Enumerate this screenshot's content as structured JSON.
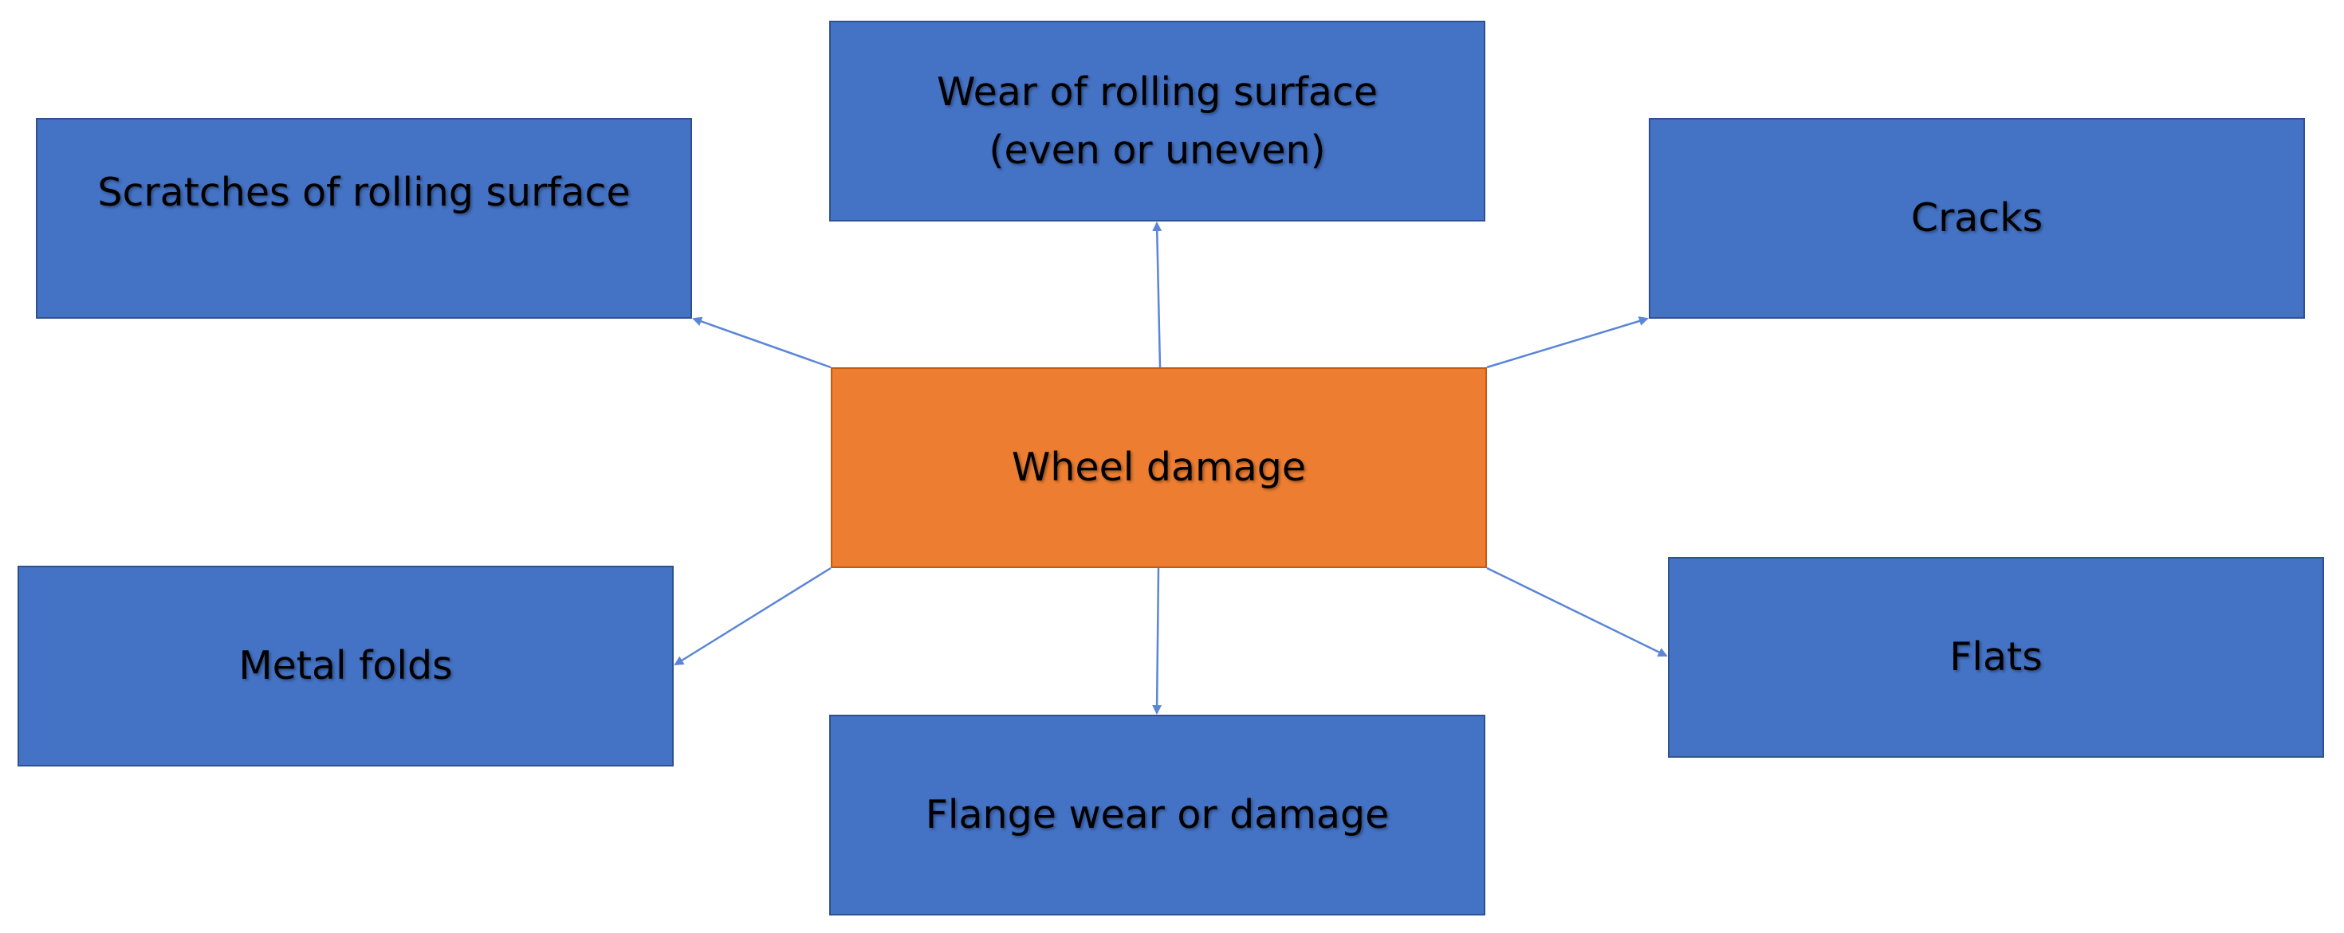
{
  "diagram": {
    "center": {
      "label": "Wheel damage"
    },
    "nodes": {
      "scratches": "Scratches of rolling surface",
      "wear": "Wear of rolling surface\n(even or uneven)",
      "cracks": "Cracks",
      "metal_folds": "Metal folds",
      "flats": "Flats",
      "flange": "Flange wear or damage"
    },
    "colors": {
      "node_fill": "#4472C4",
      "node_border": "#2F528F",
      "center_fill": "#ED7D31",
      "center_border": "#C55A11",
      "arrow": "#5B86D6"
    }
  }
}
